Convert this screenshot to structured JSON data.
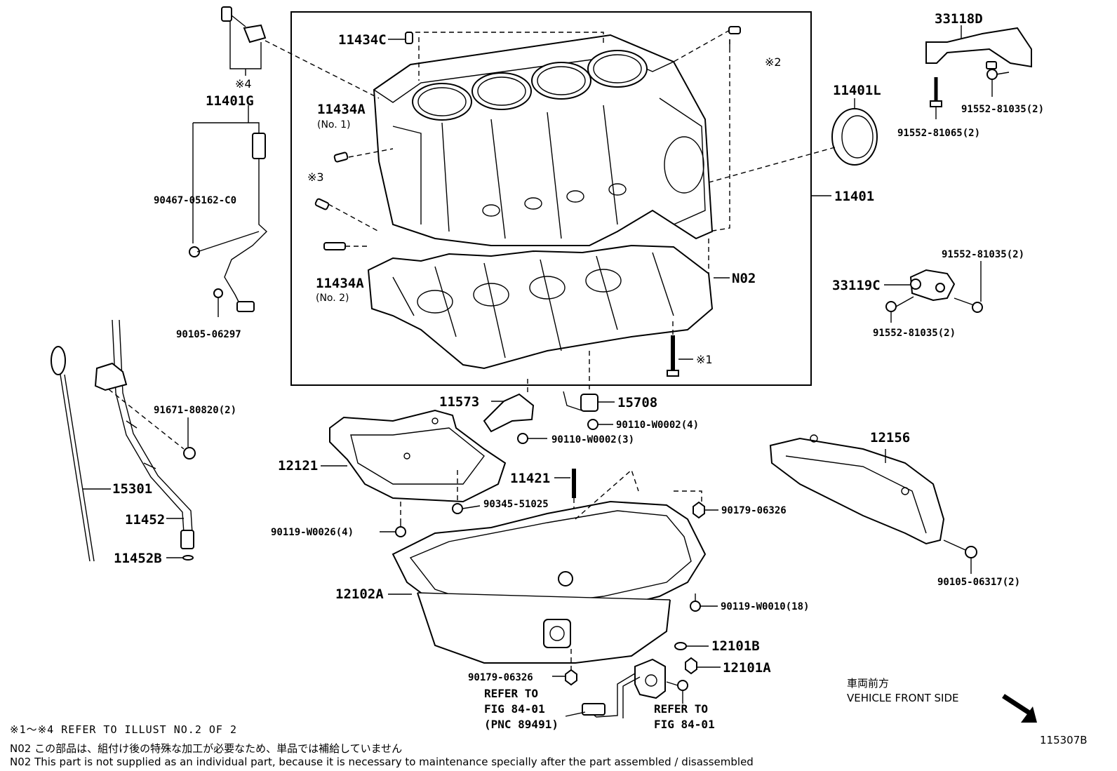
{
  "labels": {
    "p11434C": "11434C",
    "p11434A_1": "11434A",
    "p11434A_1_sub": "(No. 1)",
    "p11434A_2": "11434A",
    "p11434A_2_sub": "(No. 2)",
    "ref3": "※3",
    "ref2": "※2",
    "ref4": "※4",
    "ref1": "※1",
    "p11401G": "11401G",
    "p90467": "90467-05162-C0",
    "p90105_06297": "90105-06297",
    "p91671": "91671-80820(2)",
    "p15301": "15301",
    "p11452": "11452",
    "p11452B": "11452B",
    "p11401": "11401",
    "p11401L": "11401L",
    "p33118D": "33118D",
    "p91552_81035_top": "91552-81035(2)",
    "p91552_81065": "91552-81065(2)",
    "p91552_81035_mid": "91552-81035(2)",
    "p33119C": "33119C",
    "p91552_81035_bot": "91552-81035(2)",
    "pN02": "N02",
    "p11573": "11573",
    "p15708": "15708",
    "p90110_4": "90110-W0002(4)",
    "p90110_3": "90110-W0002(3)",
    "p12121": "12121",
    "p11421": "11421",
    "p90345": "90345-51025",
    "p90119_W0026": "90119-W0026(4)",
    "p90179_top": "90179-06326",
    "p12156": "12156",
    "p90105_06317": "90105-06317(2)",
    "p12102A": "12102A",
    "p90119_W0010": "90119-W0010(18)",
    "p12101B": "12101B",
    "p12101A": "12101A",
    "p90179_bot": "90179-06326",
    "refer1_l1": "REFER TO",
    "refer1_l2": "FIG 84-01",
    "refer1_l3": "(PNC 89491)",
    "refer2_l1": "REFER TO",
    "refer2_l2": "FIG 84-01"
  },
  "front": {
    "jp": "車両前方",
    "en": "VEHICLE FRONT SIDE"
  },
  "notes": {
    "illust": "※1～※4 REFER TO ILLUST NO.2 OF 2",
    "n02_jp": "N02 この部品は、組付け後の特殊な加工が必要なため、単品では補給していません",
    "n02_en": "N02 This part is not supplied as an individual part, because it is necessary to maintenance specially after the part assembled / disassembled"
  },
  "catalog_number": "115307B"
}
